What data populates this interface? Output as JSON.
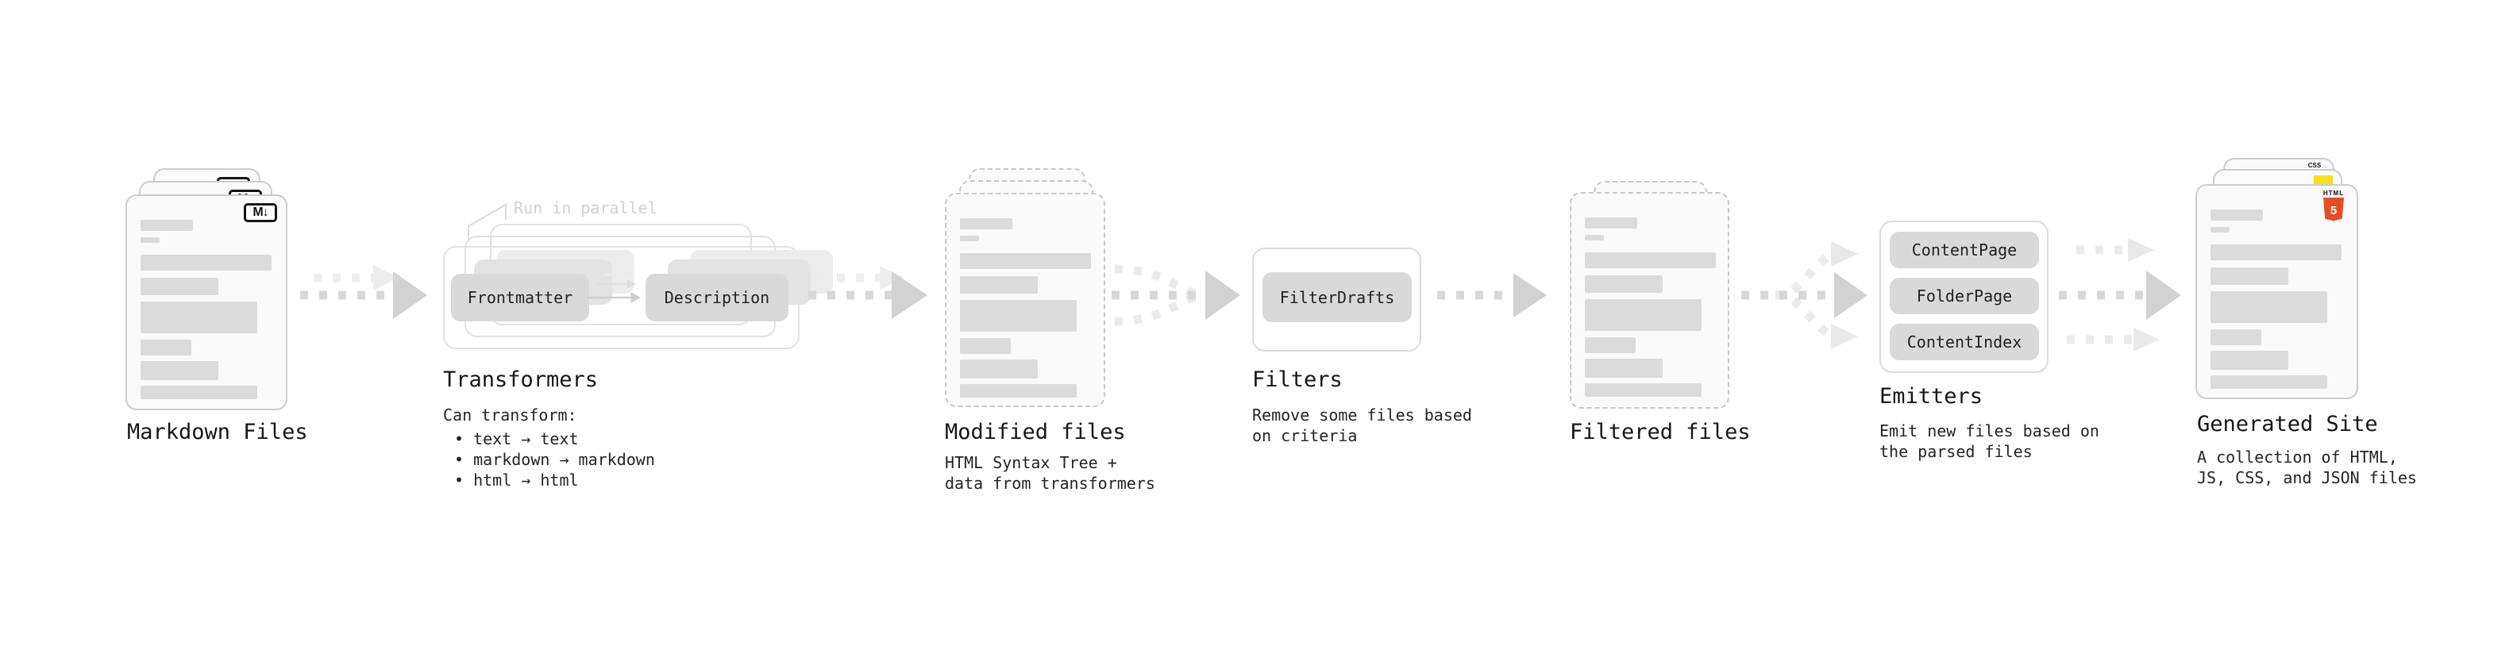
{
  "sections": {
    "markdown_files": {
      "title": "Markdown Files",
      "badge": "M↓"
    },
    "transformers": {
      "title": "Transformers",
      "annotation": "Run in parallel",
      "chip_frontmatter": "Frontmatter",
      "chip_description": "Description",
      "desc_heading": "Can transform:",
      "bullets": [
        "• text → text",
        "• markdown → markdown",
        "• html → html"
      ]
    },
    "modified_files": {
      "title": "Modified files",
      "description": "HTML Syntax Tree +\ndata from transformers"
    },
    "filters": {
      "title": "Filters",
      "chip": "FilterDrafts",
      "description": "Remove some files based\non criteria"
    },
    "filtered_files": {
      "title": "Filtered files"
    },
    "emitters": {
      "title": "Emitters",
      "chips": [
        "ContentPage",
        "FolderPage",
        "ContentIndex"
      ],
      "description": "Emit new files based on\nthe parsed files"
    },
    "generated_site": {
      "title": "Generated Site",
      "description": "A collection of HTML,\nJS, CSS, and JSON files",
      "css_badge": "CSS",
      "html5_text": "HTML",
      "html5_number": "5"
    }
  },
  "colors": {
    "text": "#1c1c1c",
    "muted-text": "#d2d2d2",
    "chip-fill": "#d9d9d9",
    "bar-fill": "#dbdbdb",
    "card-fill": "#fafafa",
    "card-border": "#cdcdcd",
    "frame-border": "#e2e2e2",
    "arrow-dark": "#d8d8d8",
    "arrow-light": "#ebebeb",
    "html5-orange": "#e44d26",
    "js-yellow": "#f7df1e",
    "css-blue": "#2965f1"
  }
}
